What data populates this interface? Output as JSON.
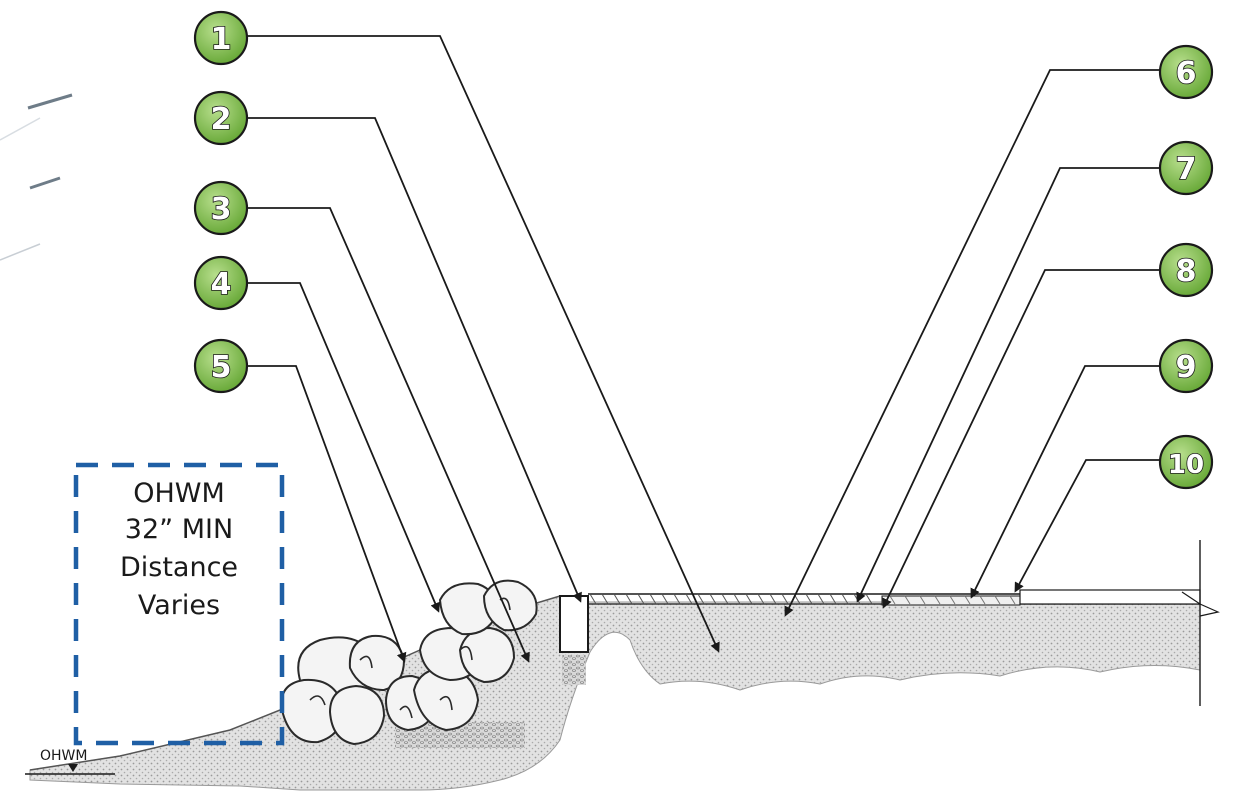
{
  "callouts": [
    "1",
    "2",
    "3",
    "4",
    "5",
    "6",
    "7",
    "8",
    "9",
    "10"
  ],
  "ohwm_box": {
    "line1": "OHWM",
    "line2": "32” MIN",
    "line3": "Distance",
    "line4": "Varies"
  },
  "ohwm_marker": "OHWM",
  "colors": {
    "callout_fill": "#7dbb4a",
    "callout_fill_light": "#a9d67c",
    "box_dash": "#1f5fa5",
    "soil": "#c9c9c9",
    "line": "#1a1a1a"
  }
}
